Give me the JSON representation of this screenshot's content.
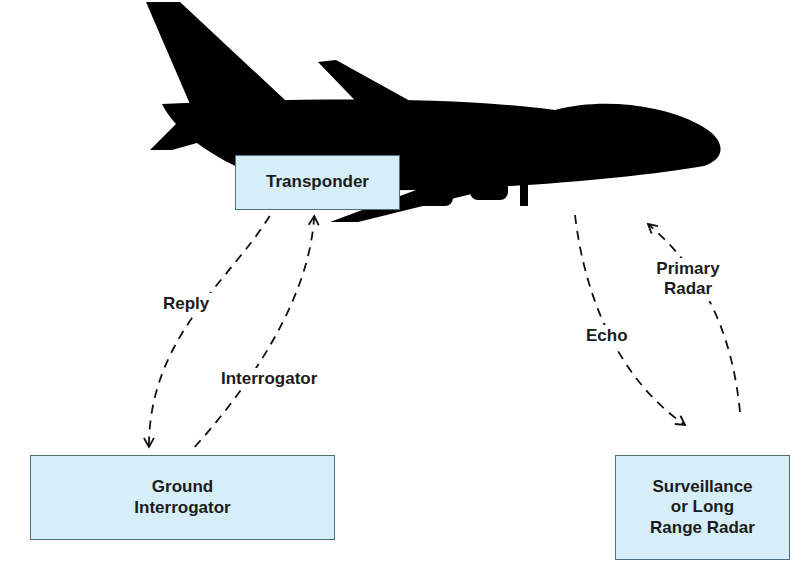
{
  "diagram": {
    "nodes": [
      {
        "text": [
          "Transponder"
        ]
      },
      {
        "text": [
          "Ground Interrogator"
        ]
      },
      {
        "text": [
          "Surveillance or Long Range Radar"
        ]
      }
    ],
    "edges": [
      {
        "from": 0,
        "to": 1,
        "label": "Reply",
        "arrow": "to"
      },
      {
        "from": 1,
        "to": 0,
        "label": "Interrogator",
        "arrow": "to"
      }
    ],
    "labels": [
      "Echo",
      "Primary Radar"
    ]
  }
}
